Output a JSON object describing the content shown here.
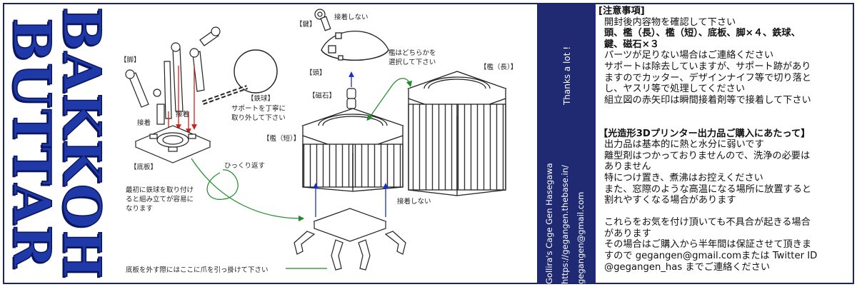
{
  "title": {
    "line1": "BUTTAR",
    "line2": "BAKKOH"
  },
  "diagram": {
    "labels": {
      "legs": "【脚】",
      "ball": "【鉄球】",
      "ball_note1": "サポートを丁寧に",
      "ball_note2": "取り外して下さい",
      "glue1": "接着",
      "glue2": "接着",
      "base": "【底板】",
      "flip": "ひっくり返す",
      "first_note1": "最初に鉄球を取り付け",
      "first_note2": "ると組み立てが容易に",
      "first_note3": "なります",
      "bottom_note": "底板を外す際にはここに爪を引っ掛けて下さい",
      "key": "【鍵】",
      "no_glue_top": "接着しない",
      "head": "【頭】",
      "cage_choose1": "檻はどちらかを",
      "cage_choose2": "選択して下さい",
      "magnet": "【磁石】",
      "cage_long": "【檻（長）】",
      "cage_short": "【檻（短）】",
      "no_glue_bottom": "接着しない"
    }
  },
  "credits": {
    "thanks": "Thanks a lot !",
    "line1": "Gollira's Cage  Gen Hasegawa",
    "line2": "https://gegangen.thebase.in/",
    "line3": "gegangen@gmail.com"
  },
  "notes": {
    "heading1": "[注意事項]",
    "l1": "開封後内容物を確認して下さい",
    "l2": "頭、檻（長）、檻（短）、底板、脚×４、鉄球、",
    "l3": "鍵、磁石×３",
    "l4": "パーツが足りない場合はご連絡ください",
    "l5": "サポートは除去していますが、サポート跡があり",
    "l6": "ますのでカッター、デザインナイフ等で切り落と",
    "l7": "し、ヤスリ等で処理してください",
    "l8": "組立図の赤矢印は瞬間接着剤等で接着して下さい",
    "heading2": "【光造形3Dプリンター出力品ご購入にあたって】",
    "m1": "出力品は基本的に熱と水分に弱いです",
    "m2": "離型剤はつかっておりませんので、洗浄の必要は",
    "m3": "ありません",
    "m4": "特につけ置き、煮沸はお控えください",
    "m5": "また、窓際のような高温になる場所に放置すると",
    "m6": "割れやすくなる場合があります",
    "n1": "これらをお気を付け頂いても不具合が起きる場合",
    "n2": "があります",
    "n3": "その場合はご購入から半年間は保証させて頂きま",
    "n4": "すので gegangen@gmail.comまたは Twitter ID",
    "n5": "@gegangen_has までご連絡ください"
  },
  "colors": {
    "title_blue": "#1f3aa8",
    "band_navy": "#1f2a72",
    "arrow_red": "#d0201a",
    "arrow_blue": "#1a2fc8",
    "guide_green": "#1f8a2a"
  }
}
